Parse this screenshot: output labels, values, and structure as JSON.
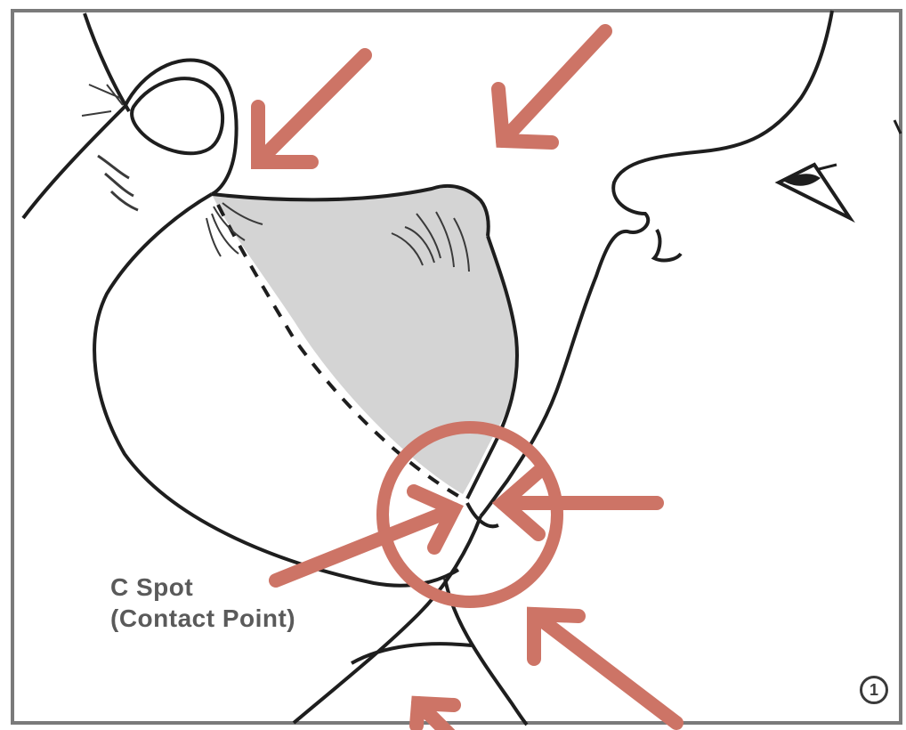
{
  "figure": {
    "label_line_1": "C Spot",
    "label_line_2": "(Contact Point)",
    "figure_number": "1"
  },
  "colors": {
    "annotation": "#cd7466",
    "ink": "#1e1e1e",
    "shading": "#d4d4d4",
    "border": "#7a7a7a"
  },
  "icons": {
    "eye": "eye-icon",
    "arrow": "arrow-icon",
    "circle": "highlight-circle"
  }
}
